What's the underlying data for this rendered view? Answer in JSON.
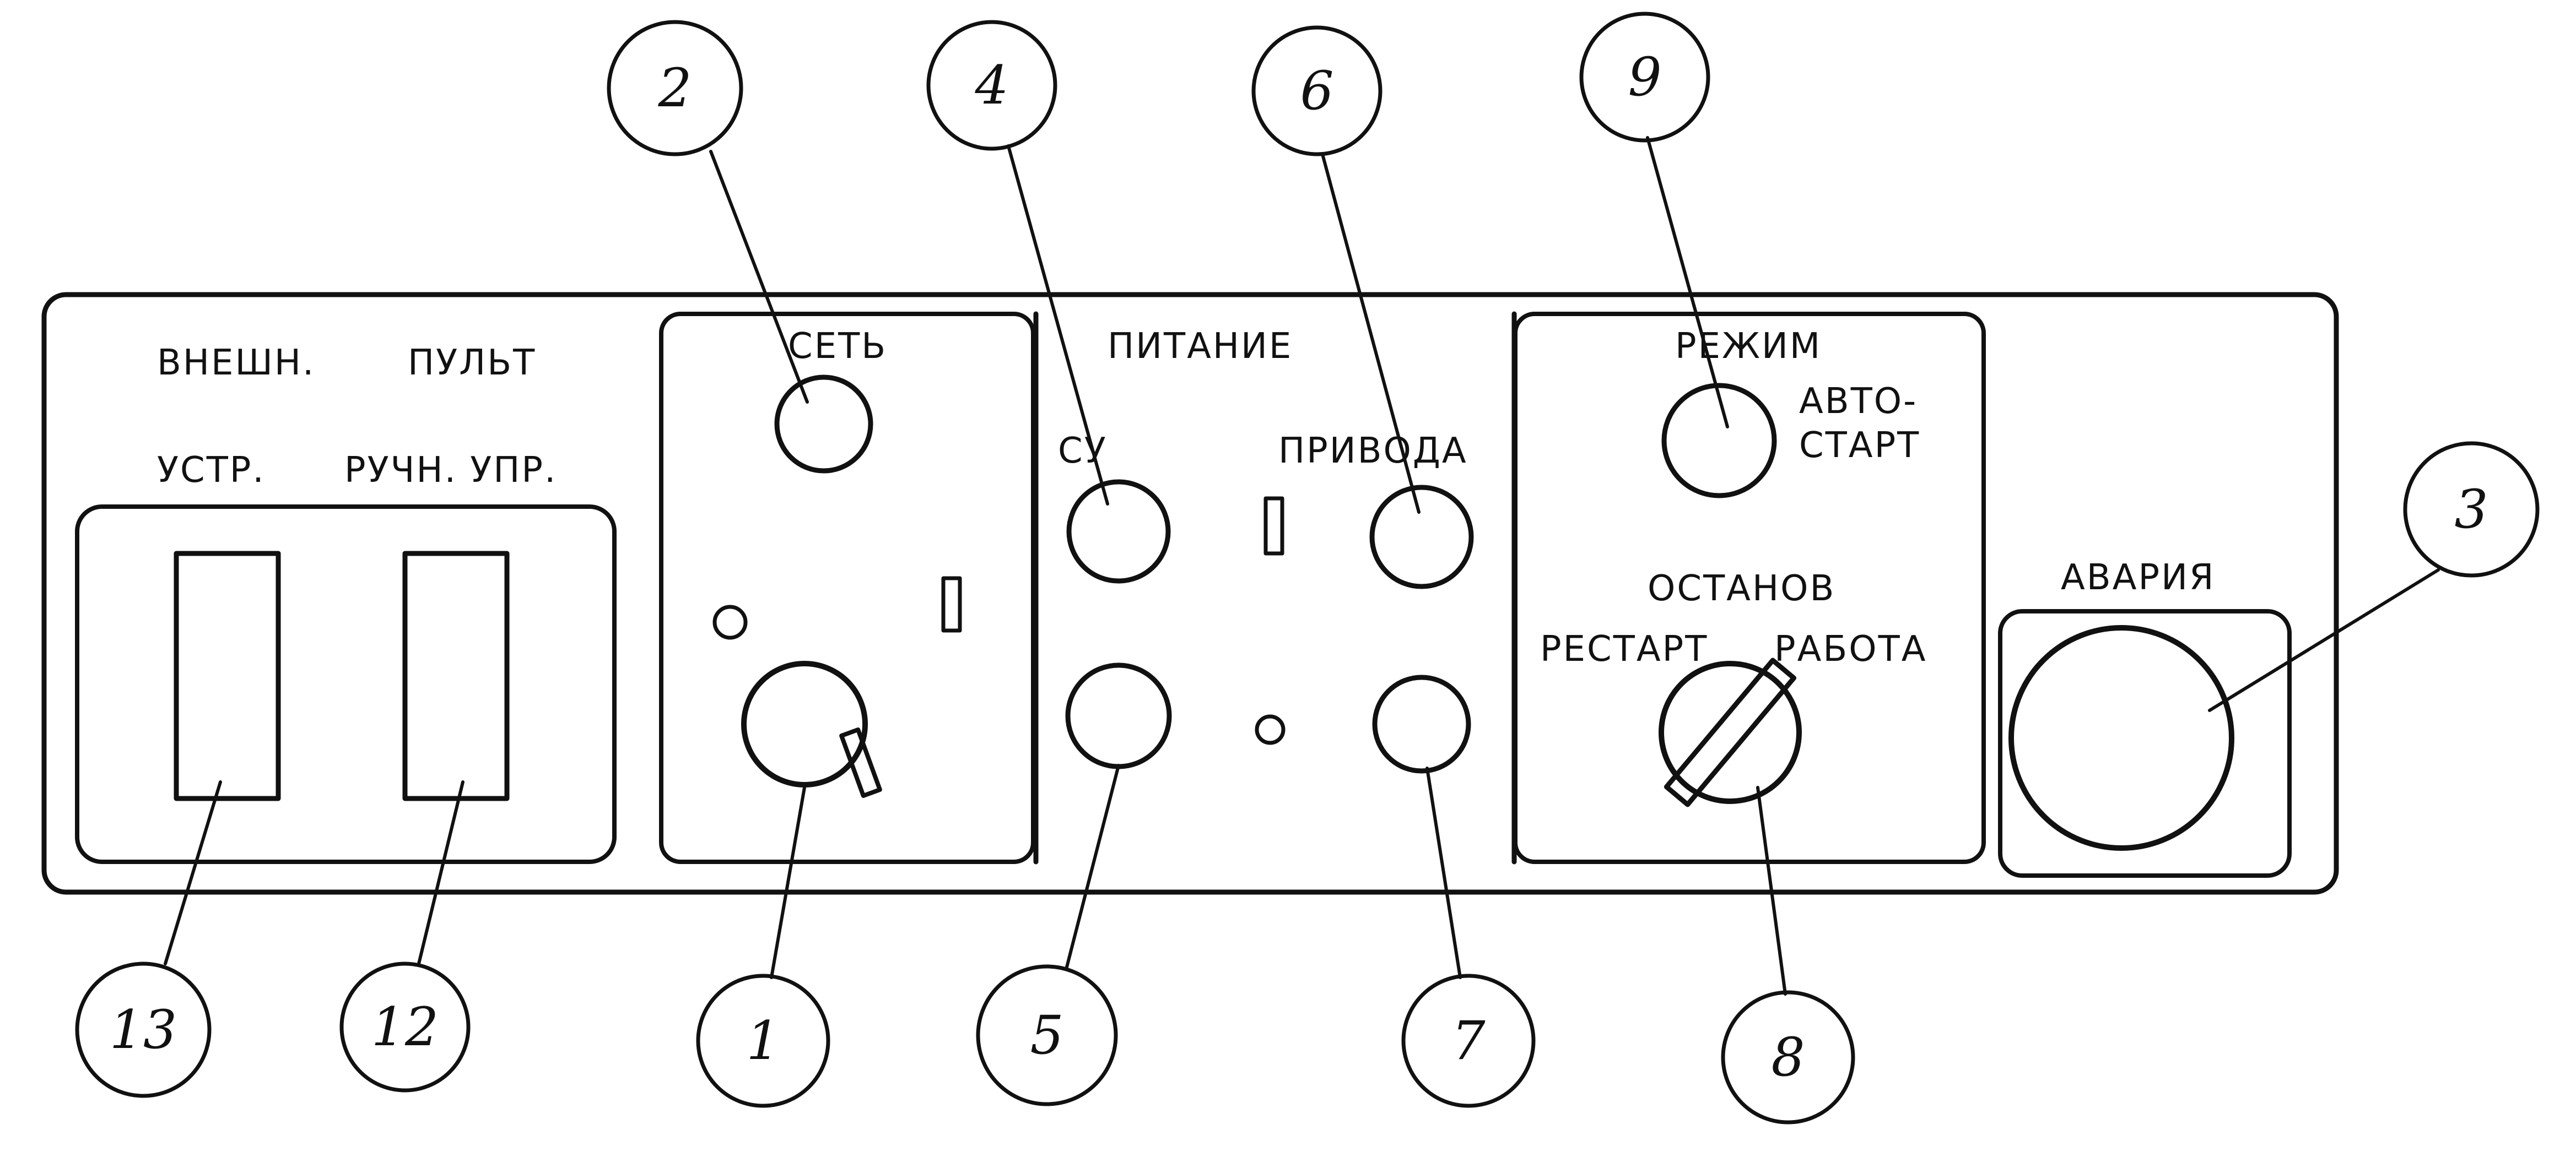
{
  "panel": {
    "left_section": {
      "row1_left": "ВНЕШН.",
      "row1_right": "ПУЛЬТ",
      "row2_left": "УСТР.",
      "row2_right": "РУЧН. УПР."
    },
    "network_section": {
      "title": "СЕТЬ"
    },
    "power_section": {
      "title": "ПИТАНИЕ",
      "su_label": "СУ",
      "drive_label": "ПРИВОДА"
    },
    "mode_section": {
      "title": "РЕЖИМ",
      "autostart_line1": "АВТО-",
      "autostart_line2": "СТАРТ",
      "stop_label": "ОСТАНОВ",
      "restart_label": "РЕСТАРТ",
      "run_label": "РАБОТА"
    },
    "alarm_section": {
      "title": "АВАРИЯ"
    }
  },
  "callouts": [
    "1",
    "2",
    "3",
    "4",
    "5",
    "6",
    "7",
    "8",
    "9",
    "12",
    "13"
  ]
}
